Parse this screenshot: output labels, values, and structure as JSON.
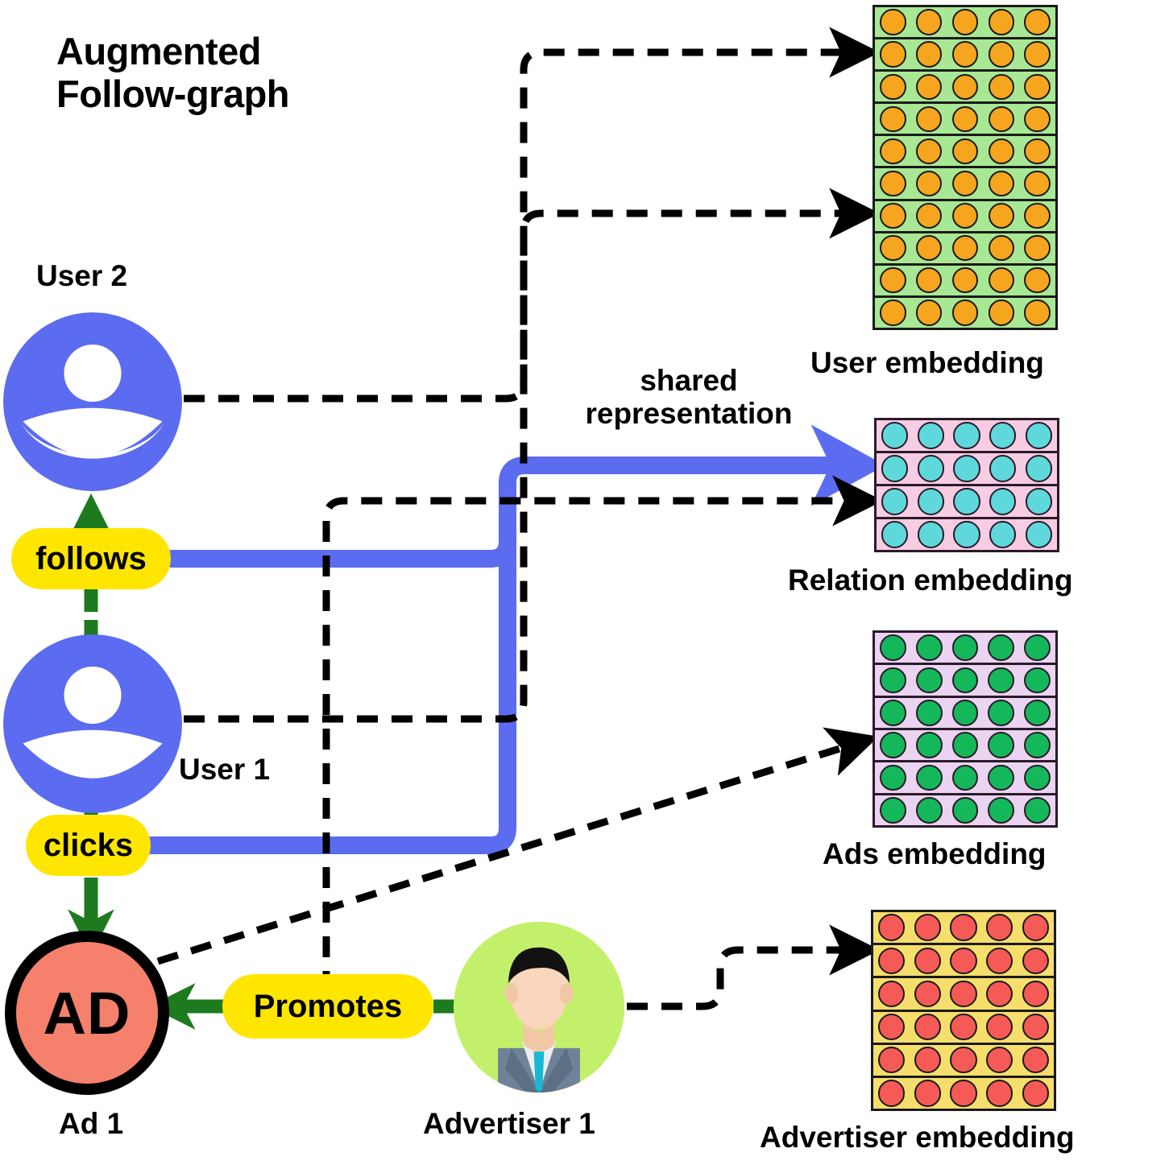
{
  "title": {
    "line1": "Augmented",
    "line2": "Follow-graph"
  },
  "annotations": {
    "shared_line1": "shared",
    "shared_line2": "representation"
  },
  "graph": {
    "nodes": [
      {
        "id": "user2",
        "label": "User 2",
        "type": "user-avatar",
        "color": "#5B6CF0"
      },
      {
        "id": "user1",
        "label": "User 1",
        "type": "user-avatar",
        "color": "#5B6CF0"
      },
      {
        "id": "ad1",
        "label": "Ad 1",
        "type": "ad-circle",
        "text": "AD",
        "color": "#F5806B",
        "border": "#000000"
      },
      {
        "id": "adv1",
        "label": "Advertiser 1",
        "type": "advertiser-avatar",
        "color": "#C3F06B"
      }
    ],
    "edges": [
      {
        "id": "follows",
        "label": "follows",
        "pill_color": "#FFE600",
        "arrow_color": "#1E7A1E"
      },
      {
        "id": "clicks",
        "label": "clicks",
        "pill_color": "#FFE600",
        "arrow_color": "#1E7A1E"
      },
      {
        "id": "promotes",
        "label": "Promotes",
        "pill_color": "#FFE600",
        "arrow_color": "#1E7A1E"
      }
    ]
  },
  "embeddings": [
    {
      "id": "user-embedding",
      "label": "User embedding",
      "rows": 10,
      "cols": 5,
      "bg_color": "#A8E894",
      "dot_color": "#F5A51E",
      "border_color": "#1a1a1a"
    },
    {
      "id": "relation-embedding",
      "label": "Relation embedding",
      "rows": 4,
      "cols": 5,
      "bg_color": "#F8CCE2",
      "dot_color": "#5FD8DC",
      "border_color": "#2a1a28"
    },
    {
      "id": "ads-embedding",
      "label": "Ads embedding",
      "rows": 6,
      "cols": 5,
      "bg_color": "#EBD3F2",
      "dot_color": "#14B85A",
      "border_color": "#2a1a28"
    },
    {
      "id": "advertiser-embedding",
      "label": "Advertiser embedding",
      "rows": 6,
      "cols": 5,
      "bg_color": "#F5DE6B",
      "dot_color": "#F55A56",
      "border_color": "#1a1a1a"
    }
  ],
  "colors": {
    "blue_flow": "#5B6CF0",
    "green_arrow": "#1E7A1E",
    "dashed": "#000000",
    "background": "#FFFFFF"
  }
}
